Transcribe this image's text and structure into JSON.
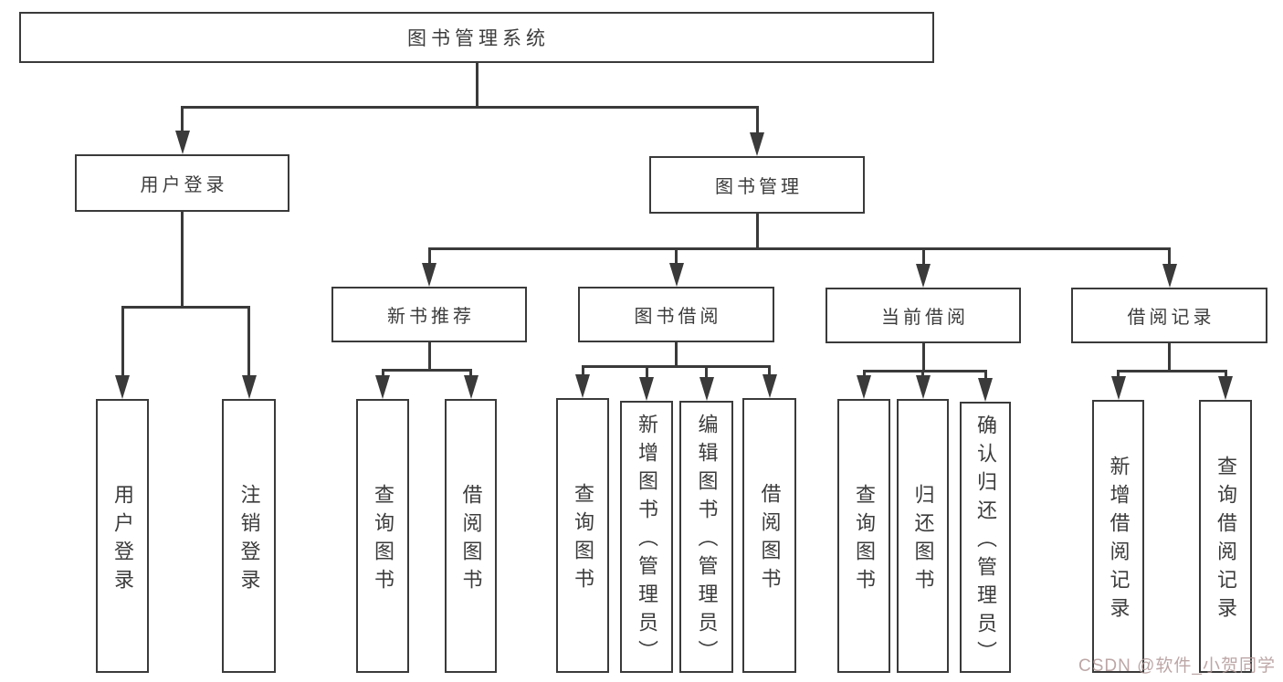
{
  "diagram": {
    "title": "图书管理系统",
    "nodes": [
      {
        "id": "root",
        "label": "图书管理系统"
      },
      {
        "id": "user_login",
        "label": "用户登录"
      },
      {
        "id": "book_mgmt",
        "label": "图书管理"
      },
      {
        "id": "ul_login",
        "label": "用户登录"
      },
      {
        "id": "ul_logout",
        "label": "注销登录"
      },
      {
        "id": "new_book",
        "label": "新书推荐"
      },
      {
        "id": "book_borrow",
        "label": "图书借阅"
      },
      {
        "id": "current_borrow",
        "label": "当前借阅"
      },
      {
        "id": "borrow_record",
        "label": "借阅记录"
      },
      {
        "id": "nb_query",
        "label": "查询图书"
      },
      {
        "id": "nb_borrow",
        "label": "借阅图书"
      },
      {
        "id": "bb_query",
        "label": "查询图书"
      },
      {
        "id": "bb_add",
        "label": "新增图书（管理员）"
      },
      {
        "id": "bb_edit",
        "label": "编辑图书（管理员）"
      },
      {
        "id": "bb_borrow",
        "label": "借阅图书"
      },
      {
        "id": "cb_query",
        "label": "查询图书"
      },
      {
        "id": "cb_return",
        "label": "归还图书"
      },
      {
        "id": "cb_confirm",
        "label": "确认归还（管理员）"
      },
      {
        "id": "br_add",
        "label": "新增借阅记录"
      },
      {
        "id": "br_query",
        "label": "查询借阅记录"
      }
    ],
    "edges": [
      {
        "parent": "root",
        "children": [
          "user_login",
          "book_mgmt"
        ]
      },
      {
        "parent": "user_login",
        "children": [
          "ul_login",
          "ul_logout"
        ]
      },
      {
        "parent": "book_mgmt",
        "children": [
          "new_book",
          "book_borrow",
          "current_borrow",
          "borrow_record"
        ]
      },
      {
        "parent": "new_book",
        "children": [
          "nb_query",
          "nb_borrow"
        ]
      },
      {
        "parent": "book_borrow",
        "children": [
          "bb_query",
          "bb_add",
          "bb_edit",
          "bb_borrow"
        ]
      },
      {
        "parent": "current_borrow",
        "children": [
          "cb_query",
          "cb_return",
          "cb_confirm"
        ]
      },
      {
        "parent": "borrow_record",
        "children": [
          "br_add",
          "br_query"
        ]
      }
    ],
    "line_color": "#3a3a3a"
  },
  "watermark": {
    "text": "CSDN @软件_小贺同学"
  }
}
